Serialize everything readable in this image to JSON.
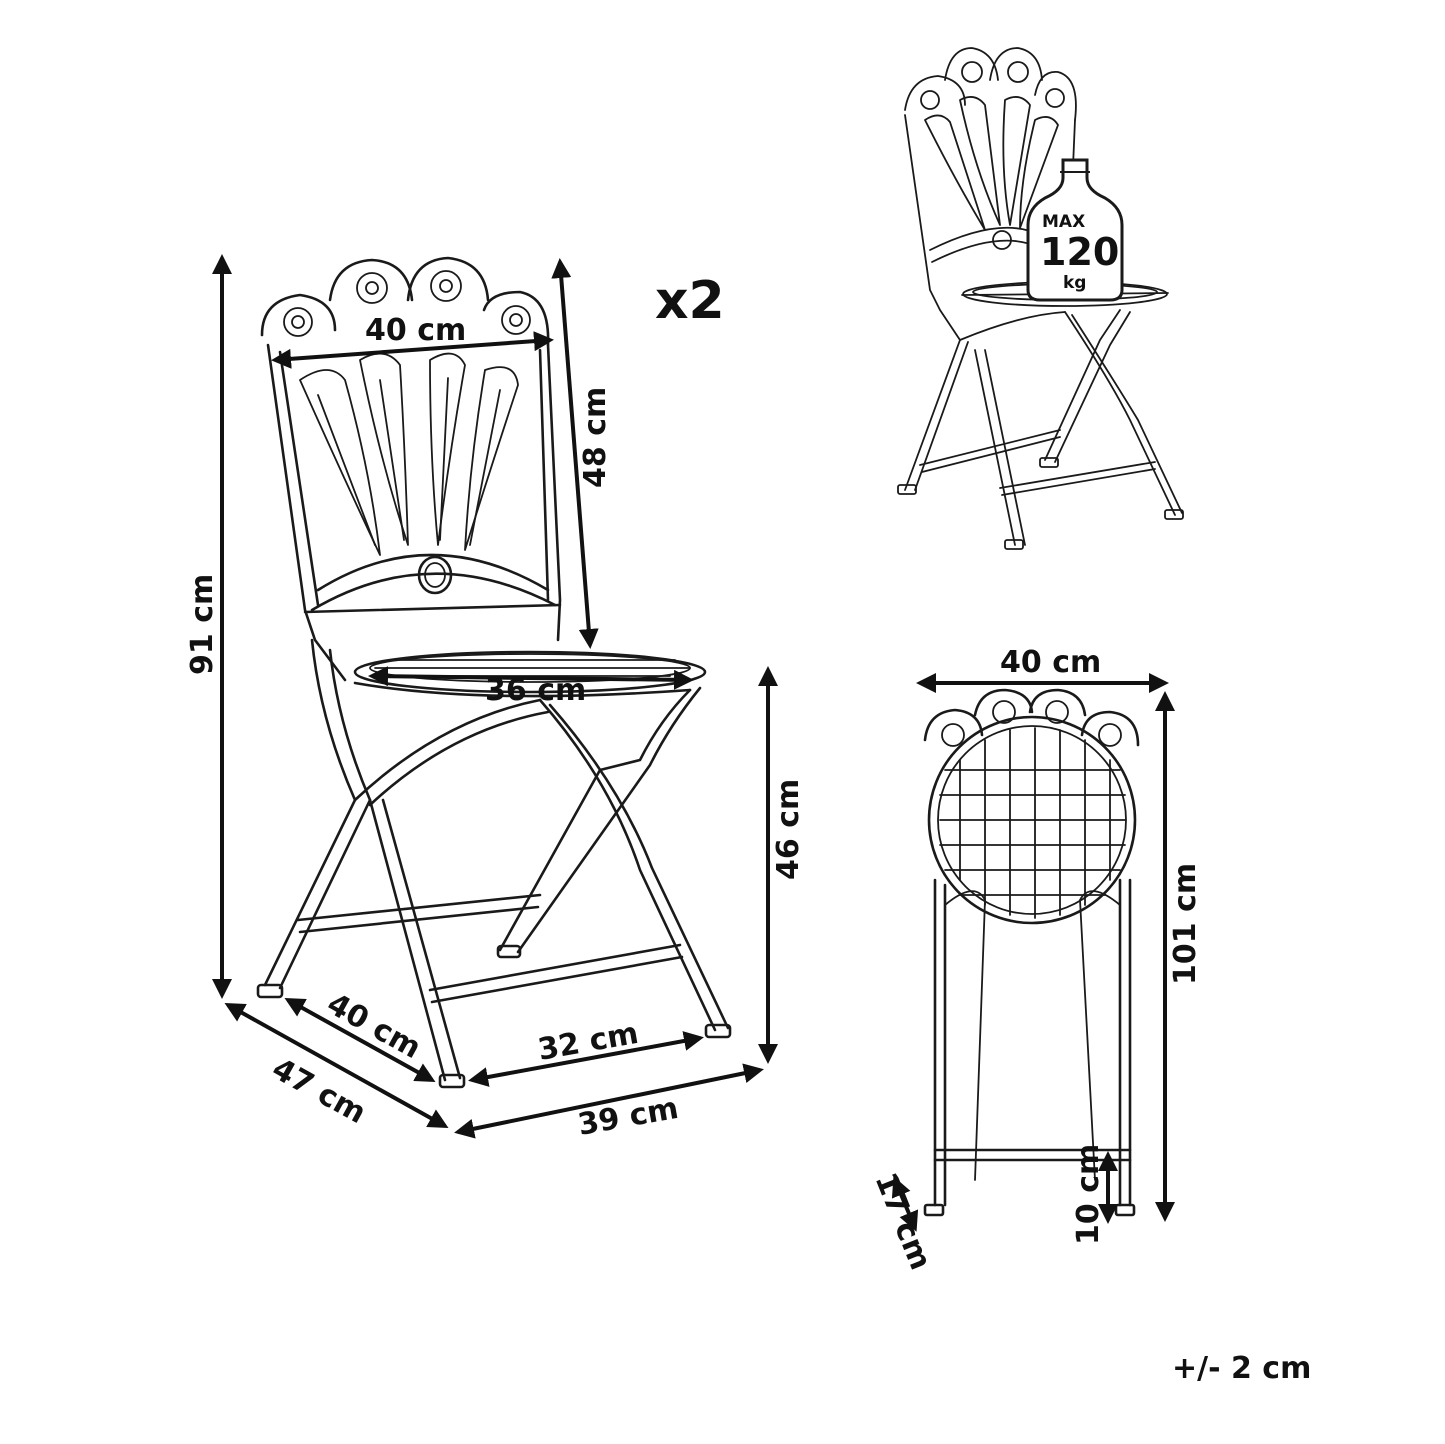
{
  "multiplier": "x2",
  "tolerance": "+/- 2 cm",
  "max_load": {
    "line1": "MAX",
    "line2": "120",
    "line3": "kg"
  },
  "dimensions": {
    "back_width": "40 cm",
    "back_height": "48 cm",
    "total_height": "91 cm",
    "seat_diameter": "36 cm",
    "seat_height": "46 cm",
    "leg_depth_inner": "40 cm",
    "leg_width_inner": "32 cm",
    "overall_depth": "47 cm",
    "overall_width": "39 cm",
    "folded_width": "40 cm",
    "folded_height": "101 cm",
    "folded_depth": "17 cm",
    "folded_foot": "10 cm"
  },
  "icons": [
    "chair-side-view",
    "chair-perspective-view",
    "chair-folded-view",
    "bottle-weight-icon",
    "dimension-arrow"
  ]
}
